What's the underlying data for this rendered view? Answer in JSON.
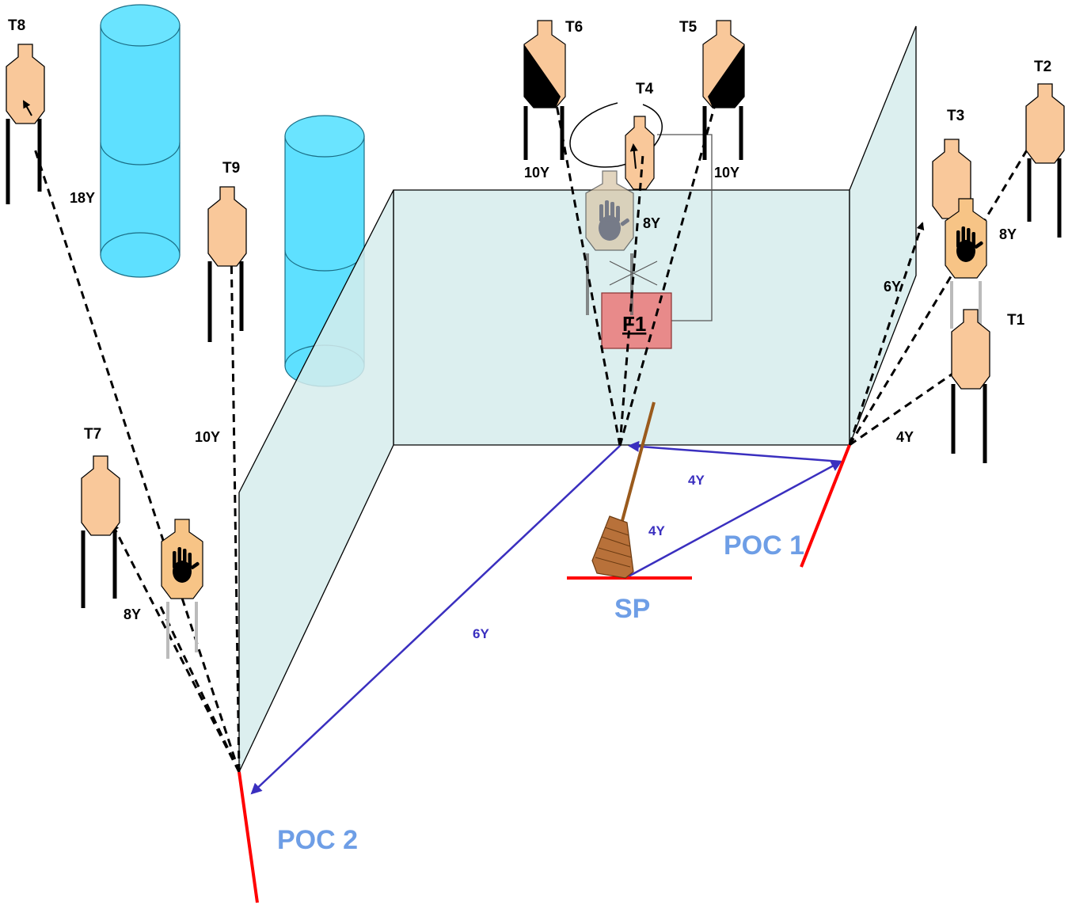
{
  "targets": {
    "t1": {
      "label": "T1"
    },
    "t2": {
      "label": "T2"
    },
    "t3": {
      "label": "T3"
    },
    "t4": {
      "label": "T4"
    },
    "t5": {
      "label": "T5"
    },
    "t6": {
      "label": "T6"
    },
    "t7": {
      "label": "T7"
    },
    "t8": {
      "label": "T8"
    },
    "t9": {
      "label": "T9"
    }
  },
  "distances": {
    "t8": "18Y",
    "t9": "10Y",
    "t7": "8Y",
    "t6": "10Y",
    "t5": "10Y",
    "t4": "8Y",
    "t3": "6Y",
    "t2": "8Y",
    "t1": "4Y",
    "sp_to_f1_corner": "4Y",
    "corner_to_poc1": "4Y",
    "corner_to_poc2": "6Y"
  },
  "positions": {
    "poc1": "POC 1",
    "poc2": "POC 2",
    "sp": "SP"
  },
  "fault_line_label": "F1",
  "colors": {
    "target_fill": "#f9c89a",
    "noshoot_fill": "#f7c486",
    "wall_fill": "#dcefef",
    "barrel_fill": "#5ee0ff",
    "fault_box": "#e88a8a",
    "fault_line": "#ff0000",
    "path_arrow": "#3a2fbf",
    "label_blue": "#6e9ee6"
  },
  "icons": {
    "no_shoot": "hand-icon",
    "sp_marker": "broom-icon"
  }
}
